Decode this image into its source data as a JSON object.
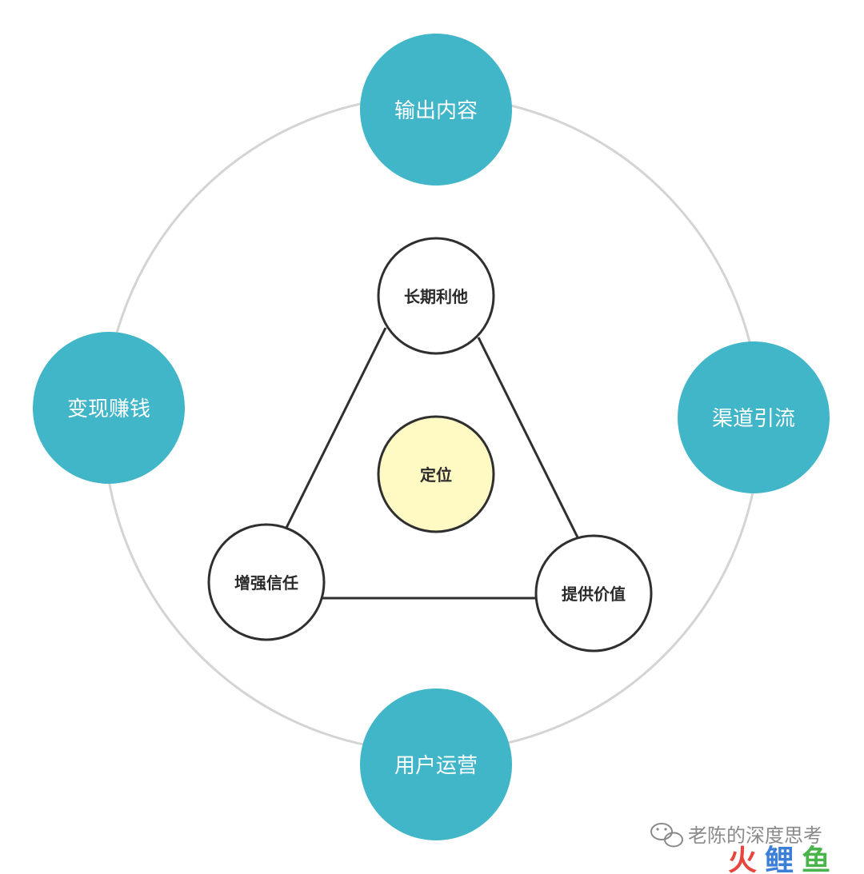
{
  "colors": {
    "outer_ring": "#d4d4d4",
    "outer_node_fill": "#41b6c8",
    "outer_node_text": "#ffffff",
    "inner_node_fill": "#ffffff",
    "inner_node_stroke": "#2f2f2f",
    "center_fill": "#fff9c4",
    "triangle_line": "#2f2f2f",
    "watermark": "#8a8a8a",
    "logo_red": "#e8453c",
    "logo_blue": "#3b7fd9",
    "logo_green": "#4bb34b"
  },
  "outer_nodes": {
    "top": "输出内容",
    "right": "渠道引流",
    "bottom": "用户运营",
    "left": "变现赚钱"
  },
  "inner_nodes": {
    "top": "长期利他",
    "right": "提供价值",
    "left": "增强信任",
    "center": "定位"
  },
  "watermark": {
    "account": "老陈的深度思考",
    "icon": "wechat-icon",
    "logo_chars": [
      "火",
      "鲤",
      "鱼"
    ]
  }
}
